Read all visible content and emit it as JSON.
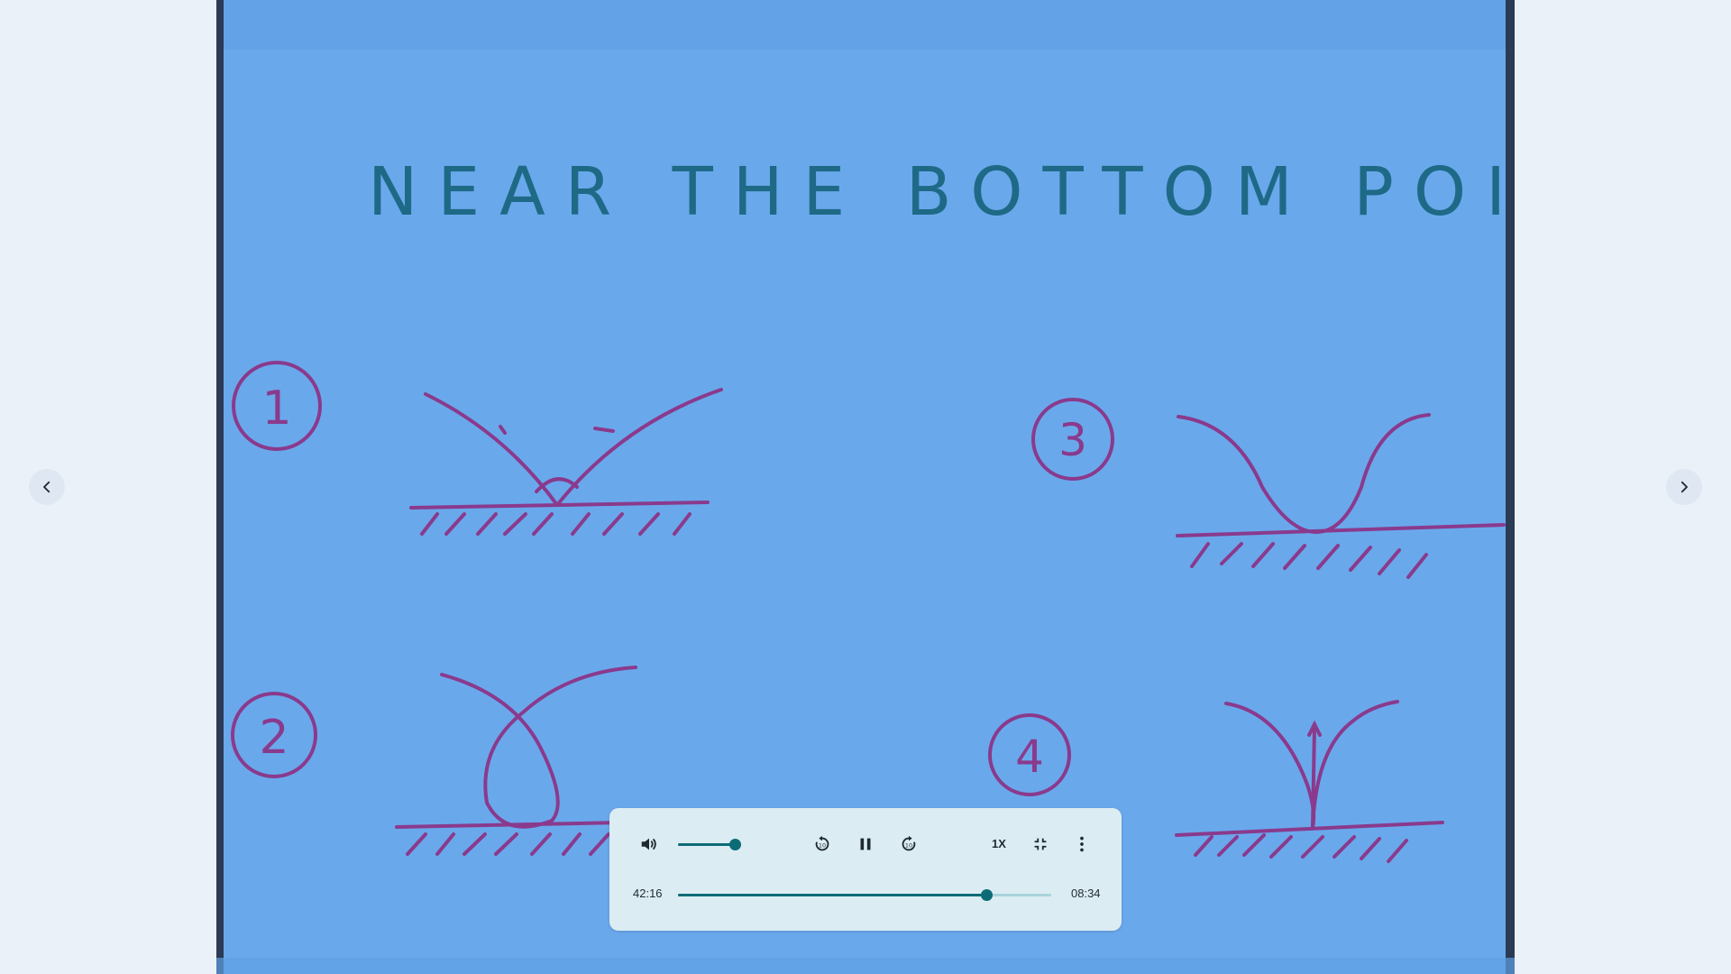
{
  "slide": {
    "title": "NEAR THE BOTTOM POINT:",
    "diagram_labels": [
      "1",
      "2",
      "3",
      "4"
    ]
  },
  "player": {
    "volume_level": 0.9,
    "progress_fraction": 0.826,
    "current_time": "42:16",
    "remaining_time": "08:34",
    "speed_label": "1X",
    "icons": {
      "volume": "volume-up-icon",
      "rewind": "replay-10-icon",
      "play_pause": "pause-icon",
      "forward": "forward-10-icon",
      "exit_fullscreen": "fullscreen-exit-icon",
      "more": "more-vert-icon"
    }
  },
  "nav": {
    "prev_icon": "chevron-left-icon",
    "next_icon": "chevron-right-icon"
  },
  "colors": {
    "board": "#6aa8ec",
    "ink_title": "#1e6a86",
    "ink_drawing": "#8a3a8c",
    "accent": "#0d6b76",
    "panel": "#dcecf3"
  }
}
